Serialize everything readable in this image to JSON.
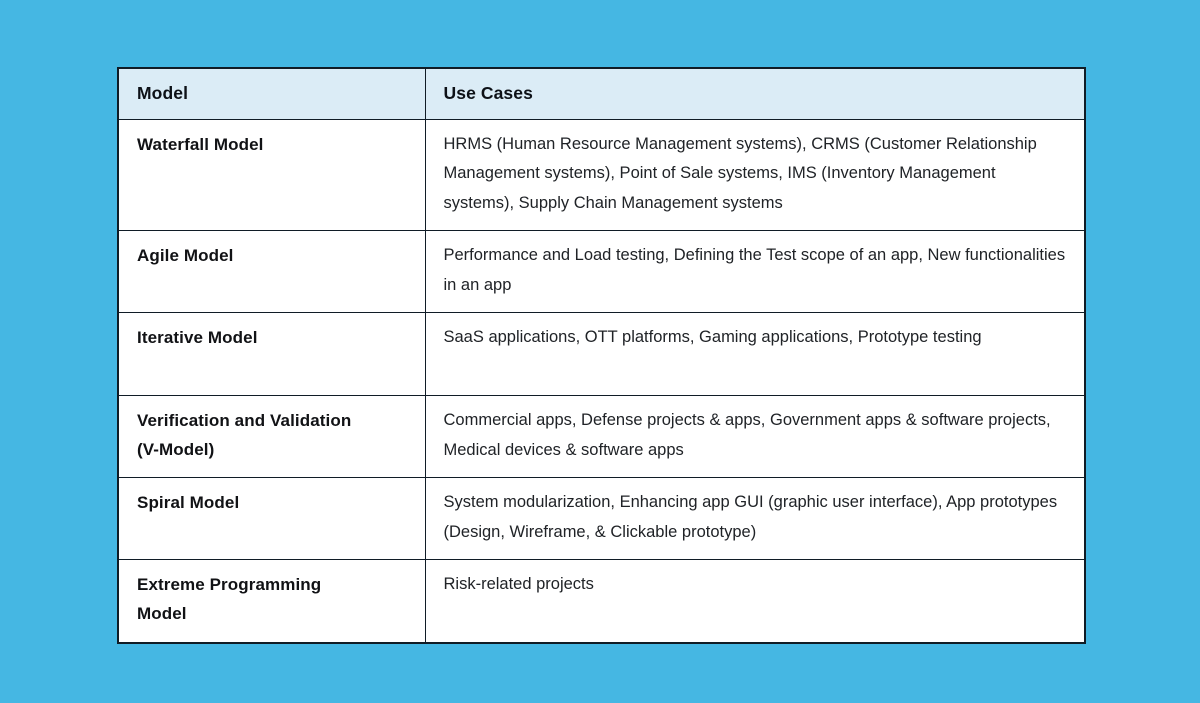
{
  "colors": {
    "page_background": "#45b7e3",
    "header_background": "#dbecf6",
    "row_background": "#ffffff",
    "border": "#101c26",
    "heading_text": "#0d1117",
    "body_text": "#202327"
  },
  "table": {
    "headers": [
      "Model",
      "Use Cases"
    ],
    "rows": [
      {
        "model": "Waterfall Model",
        "use_cases": "HRMS (Human Resource Management systems), CRMS (Customer Relationship Management systems), Point of Sale systems, IMS (Inventory Management systems), Supply Chain Management systems"
      },
      {
        "model": "Agile Model",
        "use_cases": "Performance and Load testing, Defining the Test scope of an app, New functionalities in an app"
      },
      {
        "model": "Iterative Model",
        "use_cases": "SaaS applications, OTT platforms, Gaming applications, Prototype testing"
      },
      {
        "model": "Verification and Validation\n(V-Model)",
        "use_cases": "Commercial apps, Defense projects & apps, Government apps & software projects, Medical devices & software apps"
      },
      {
        "model": "Spiral Model",
        "use_cases": "System modularization, Enhancing app GUI (graphic user interface), App prototypes (Design, Wireframe, & Clickable prototype)"
      },
      {
        "model": "Extreme Programming\nModel",
        "use_cases": "Risk-related projects"
      }
    ]
  },
  "chart_data": {
    "type": "table",
    "title": "",
    "columns": [
      "Model",
      "Use Cases"
    ],
    "rows": [
      [
        "Waterfall Model",
        "HRMS (Human Resource Management systems), CRMS (Customer Relationship Management systems), Point of Sale systems, IMS (Inventory Management systems), Supply Chain Management systems"
      ],
      [
        "Agile Model",
        "Performance and Load testing, Defining the Test scope of an app, New functionalities in an app"
      ],
      [
        "Iterative Model",
        "SaaS applications, OTT platforms, Gaming applications, Prototype testing"
      ],
      [
        "Verification and Validation (V-Model)",
        "Commercial apps, Defense projects & apps, Government apps & software projects, Medical devices & software apps"
      ],
      [
        "Spiral Model",
        "System modularization, Enhancing app GUI (graphic user interface), App prototypes (Design, Wireframe, & Clickable prototype)"
      ],
      [
        "Extreme Programming Model",
        "Risk-related projects"
      ]
    ]
  }
}
